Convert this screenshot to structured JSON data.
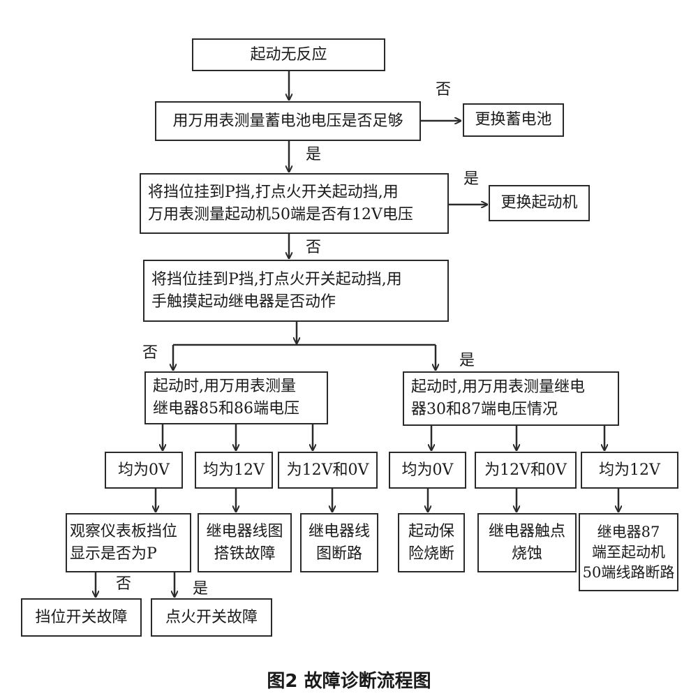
{
  "nodes": {
    "start": "起动无反应",
    "battery_check": "用万用表测量蓄电池电压是否足够",
    "replace_battery": "更换蓄电池",
    "starter_50_check": "将挡位挂到P挡,打点火开关起动挡,用\n万用表测量起动机50端是否有12V电压",
    "replace_starter": "更换起动机",
    "relay_touch_check": "将挡位挂到P挡,打点火开关起动挡,用\n手触摸起动继电器是否动作",
    "relay_85_86_check": "起动时,用万用表测量\n继电器85和86端电压",
    "relay_30_87_check": "起动时,用万用表测量继电\n器30和87端电压情况",
    "both_0v_left": "均为0V",
    "both_12v_left": "均为12V",
    "mixed_left": "为12V和0V",
    "both_0v_right": "均为0V",
    "mixed_right": "为12V和0V",
    "both_12v_right": "均为12V",
    "observe_gear": "观察仪表板挡位\n显示是否为P",
    "coil_ground_fault": "继电器线图\n搭铁故障",
    "coil_open": "继电器线\n图断路",
    "fuse_blown": "起动保\n险烧断",
    "contact_burn": "继电器触点\n烧蚀",
    "line_87_50_open": "继电器87\n端至起动机\n50端线路断路",
    "gear_switch_fault": "挡位开关故障",
    "ignition_switch_fault": "点火开关故障"
  },
  "labels": {
    "no_battery": "否",
    "yes_battery": "是",
    "yes_starter": "是",
    "no_starter": "否",
    "no_relay": "否",
    "yes_relay": "是",
    "no_gear": "否",
    "yes_gear": "是"
  },
  "caption": "图2 故障诊断流程图",
  "colors": {
    "line": "#2a2a2a",
    "text": "#1a1a1a"
  }
}
